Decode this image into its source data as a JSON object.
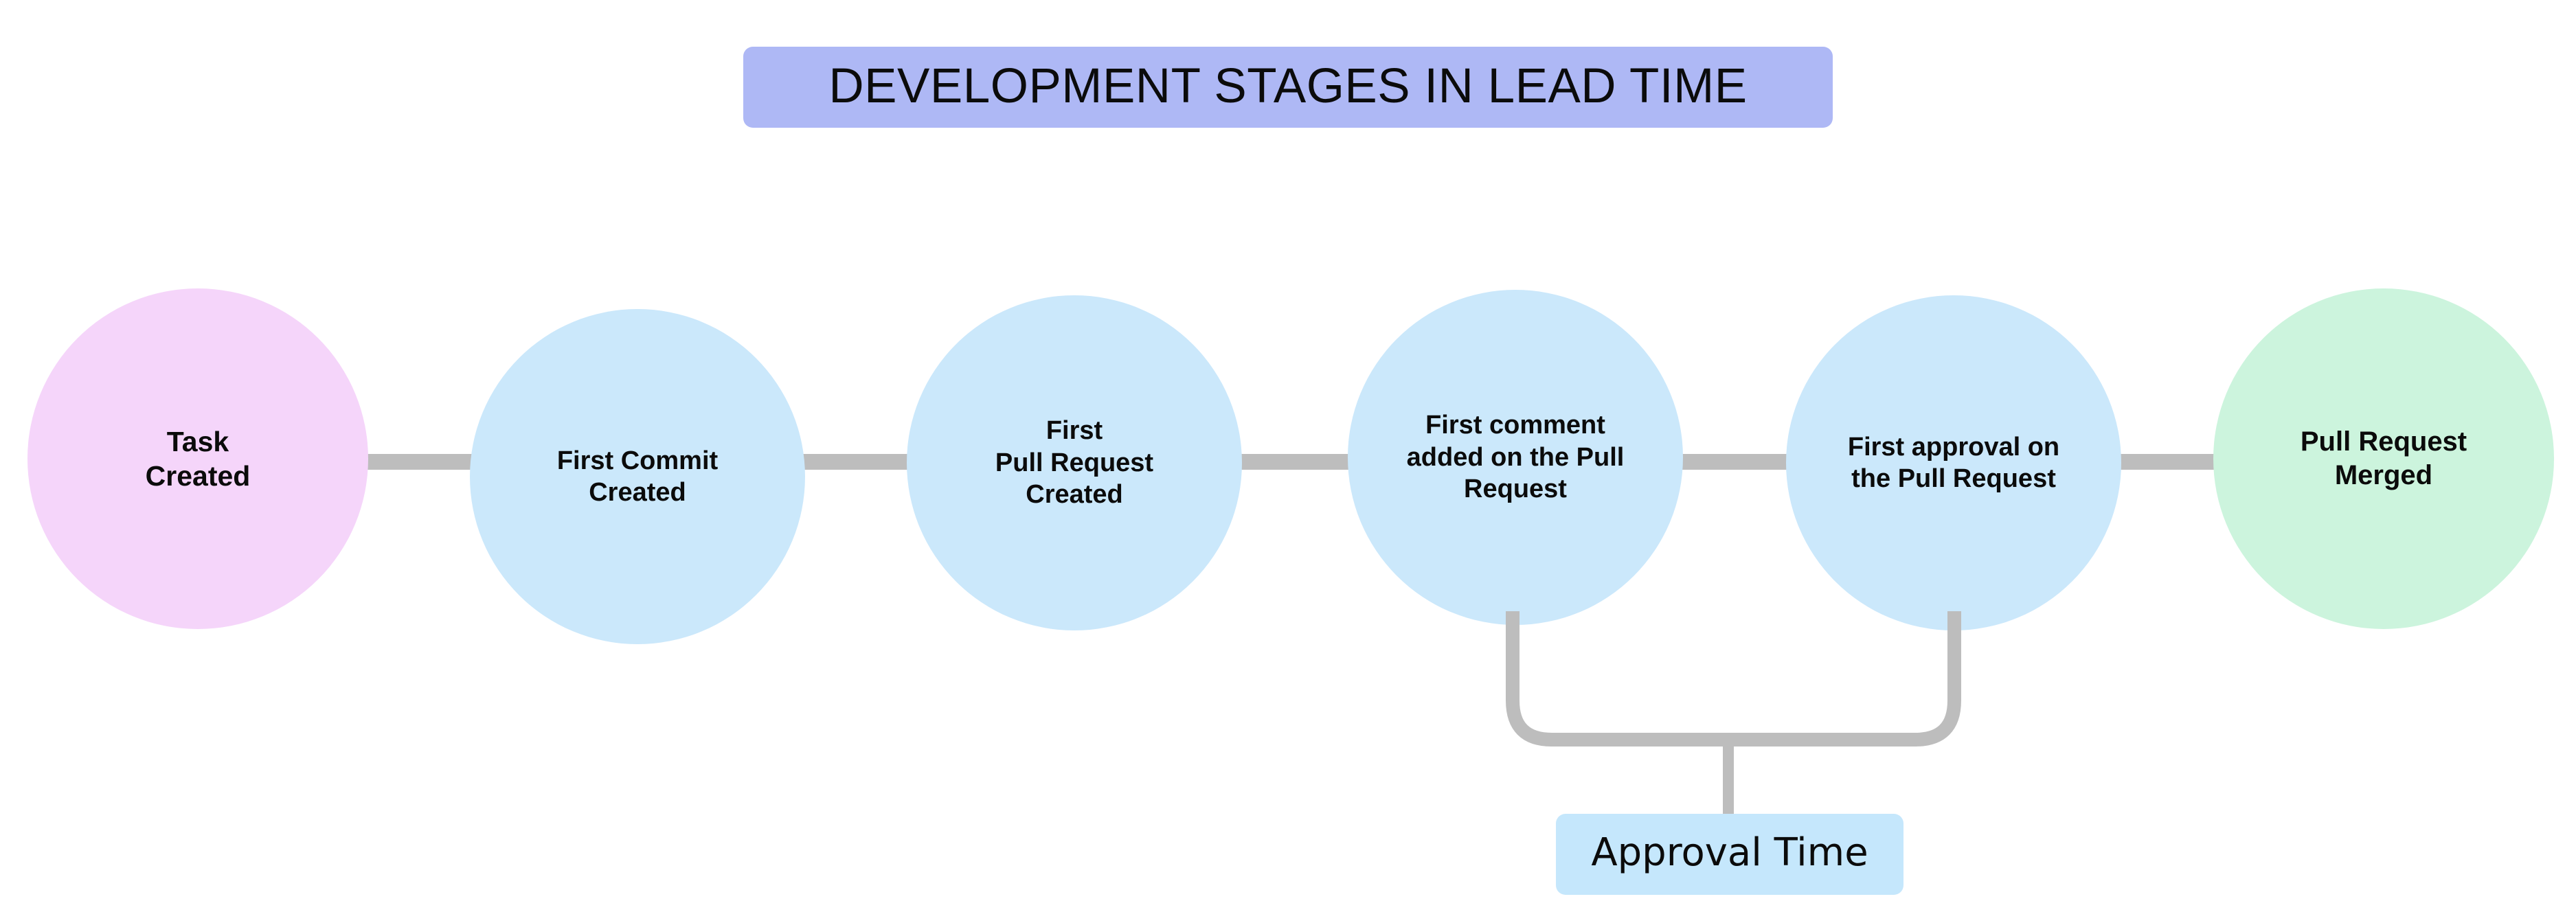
{
  "title": {
    "text": "DEVELOPMENT STAGES IN LEAD TIME",
    "background_color": "#aeb8f5",
    "text_color": "#0b0b0b"
  },
  "colors": {
    "start_node": "#f5d5fa",
    "process_node": "#cbe8fb",
    "end_node": "#ccf4dd",
    "connector": "#bdbdbd",
    "annotation_box": "#c5e7fc",
    "canvas": "#ffffff"
  },
  "stages": [
    {
      "id": "task-created",
      "label": "Task\nCreated",
      "color": "#f5d5fa"
    },
    {
      "id": "first-commit",
      "label": "First Commit\nCreated",
      "color": "#cbe8fb"
    },
    {
      "id": "first-pull-request",
      "label": "First\nPull Request\nCreated",
      "color": "#cbe8fb"
    },
    {
      "id": "first-comment",
      "label": "First comment\nadded on the Pull\nRequest",
      "color": "#cbe8fb"
    },
    {
      "id": "first-approval",
      "label": "First approval on\nthe Pull Request",
      "color": "#cbe8fb"
    },
    {
      "id": "pull-request-merged",
      "label": "Pull Request\nMerged",
      "color": "#ccf4dd"
    }
  ],
  "annotations": [
    {
      "id": "approval-time",
      "label": "Approval Time",
      "spans_from": "first-comment",
      "spans_to": "first-approval",
      "background_color": "#c5e7fc"
    }
  ]
}
